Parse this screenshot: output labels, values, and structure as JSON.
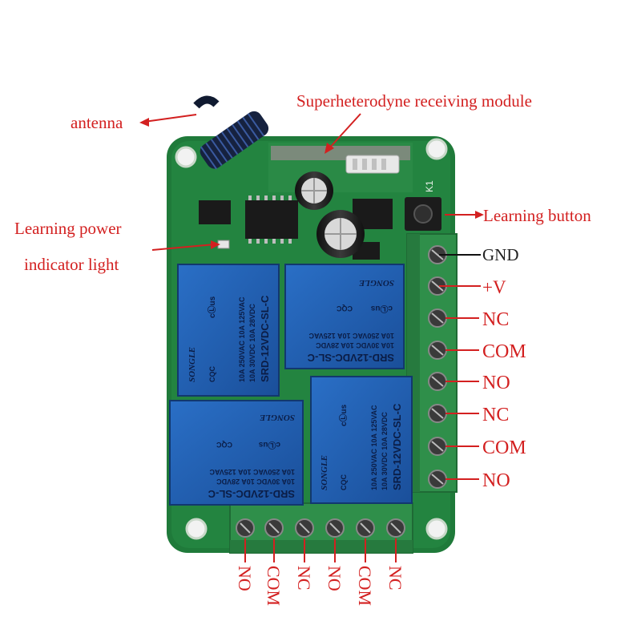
{
  "labels": {
    "antenna": "antenna",
    "module": "Superheterodyne receiving module",
    "learning_power_1": "Learning power",
    "learning_power_2": "indicator light",
    "learning_button": "Learning button",
    "gnd": "GND",
    "vplus": "+V"
  },
  "right_terminals": [
    "NC",
    "COM",
    "NO",
    "NC",
    "COM",
    "NO"
  ],
  "bottom_terminals": [
    "NO",
    "COM",
    "NC",
    "NO",
    "COM",
    "NC"
  ],
  "relay": {
    "brand": "SONGLE",
    "model": "SRD-12VDC-SL-C",
    "rating1": "10A 250VAC 10A 125VAC",
    "rating2": "10A 30VDC 10A 28VDC",
    "cert": "CQC",
    "ul": "cⓁus"
  },
  "silk": {
    "k1": "K1"
  },
  "colors": {
    "pcb": "#1f7a3a",
    "relay": "#1f5fb4",
    "terminal": "#2f8f4a",
    "annotation": "#d32020"
  }
}
